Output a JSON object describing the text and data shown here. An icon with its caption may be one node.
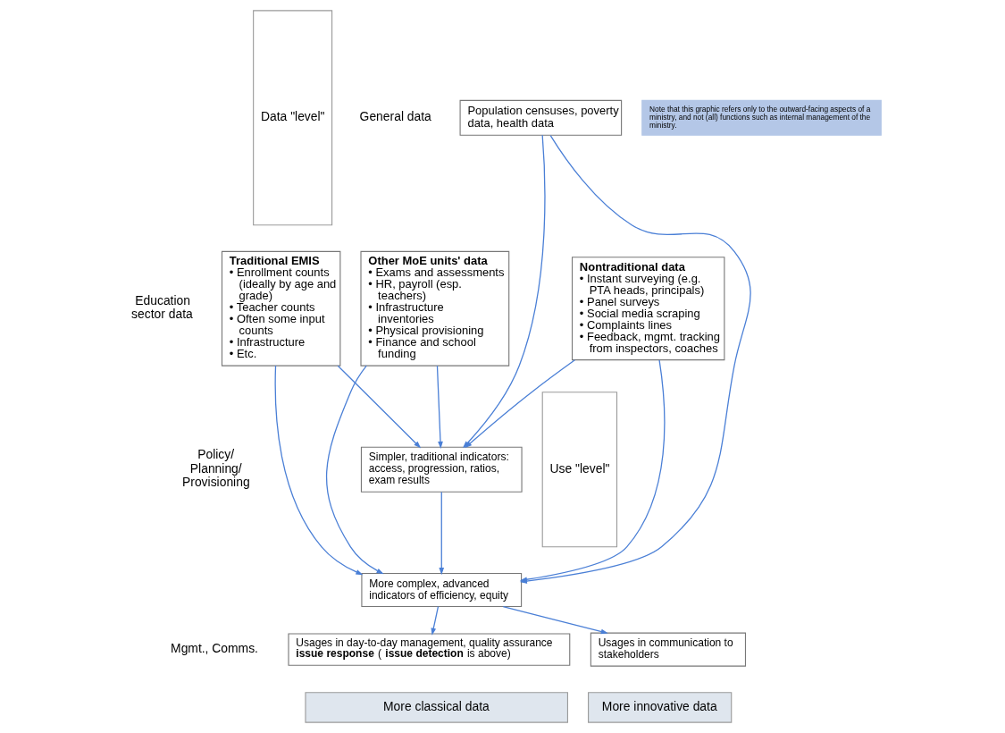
{
  "diagram": {
    "nodes": [
      {
        "text": [
          "Data \"level\""
        ]
      },
      {
        "text": [
          "Use \"level\""
        ]
      },
      {
        "text": [
          "Population censuses, poverty data, health data"
        ]
      },
      {
        "text": [
          "Note that this graphic refers only to the outward-facing aspects of a ministry, and not (all) functions such as internal management of the ministry."
        ]
      },
      {
        "text": [
          "Traditional EMIS",
          "• Enrollment counts (ideally by age and grade)",
          "• Teacher counts",
          "• Often some input counts",
          "• Infrastructure",
          "• Etc."
        ]
      },
      {
        "text": [
          "Other MoE units' data",
          "• Exams and assessments",
          "• HR, payroll (esp. teachers)",
          "• Infrastructure inventories",
          "• Physical provisioning",
          "• Finance and school funding"
        ]
      },
      {
        "text": [
          "Nontraditional data",
          "• Instant surveying (e.g. PTA heads, principals)",
          "• Panel surveys",
          "• Social media scraping",
          "• Complaints lines",
          "• Feedback, mgmt. tracking from inspectors, coaches"
        ]
      },
      {
        "text": [
          "Simpler, traditional indicators: access, progression, ratios, exam results"
        ]
      },
      {
        "text": [
          "More complex, advanced indicators of efficiency, equity"
        ]
      },
      {
        "text": [
          "Usages in day-to-day management, quality assurance **issue response** (**issue detection** is above)"
        ]
      },
      {
        "text": [
          "Usages in communication to stakeholders"
        ]
      },
      {
        "text": [
          "More classical data"
        ]
      },
      {
        "text": [
          "More innovative data"
        ]
      }
    ],
    "edges": [
      {
        "from": 2,
        "to": 7,
        "arrow": "to"
      },
      {
        "from": 2,
        "to": 8,
        "arrow": "to"
      },
      {
        "from": 4,
        "to": 7,
        "arrow": "to"
      },
      {
        "from": 4,
        "to": 8,
        "arrow": "to"
      },
      {
        "from": 5,
        "to": 7,
        "arrow": "to"
      },
      {
        "from": 5,
        "to": 8,
        "arrow": "to"
      },
      {
        "from": 6,
        "to": 7,
        "arrow": "to"
      },
      {
        "from": 6,
        "to": 8,
        "arrow": "to"
      },
      {
        "from": 7,
        "to": 8,
        "arrow": "to"
      },
      {
        "from": 8,
        "to": 9,
        "arrow": "to"
      },
      {
        "from": 8,
        "to": 10,
        "arrow": "to"
      }
    ],
    "labels": [
      "General data",
      "Education sector data",
      "Policy/ Planning/ Provisioning",
      "Mgmt., Comms."
    ]
  }
}
